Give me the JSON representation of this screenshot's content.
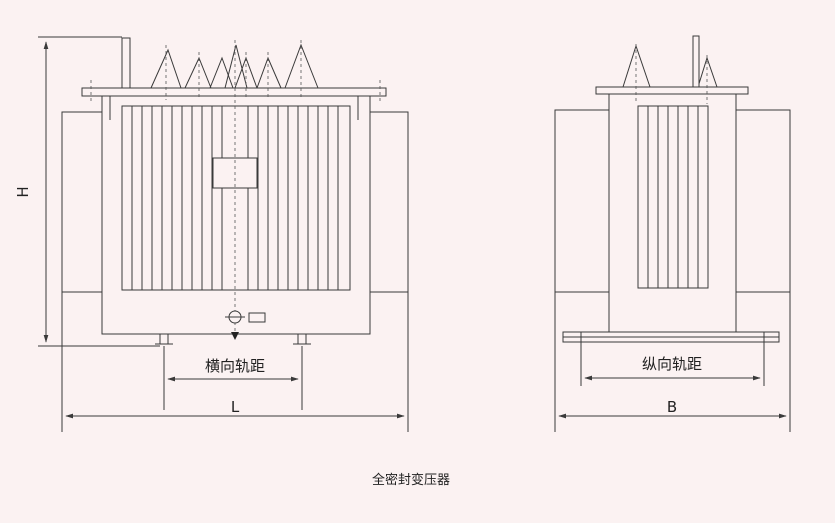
{
  "diagram": {
    "caption": "全密封变压器",
    "front_view": {
      "height_label": "H",
      "length_label": "L",
      "transverse_gauge_label": "横向轨距"
    },
    "side_view": {
      "width_label": "B",
      "longitudinal_gauge_label": "纵向轨距"
    }
  }
}
